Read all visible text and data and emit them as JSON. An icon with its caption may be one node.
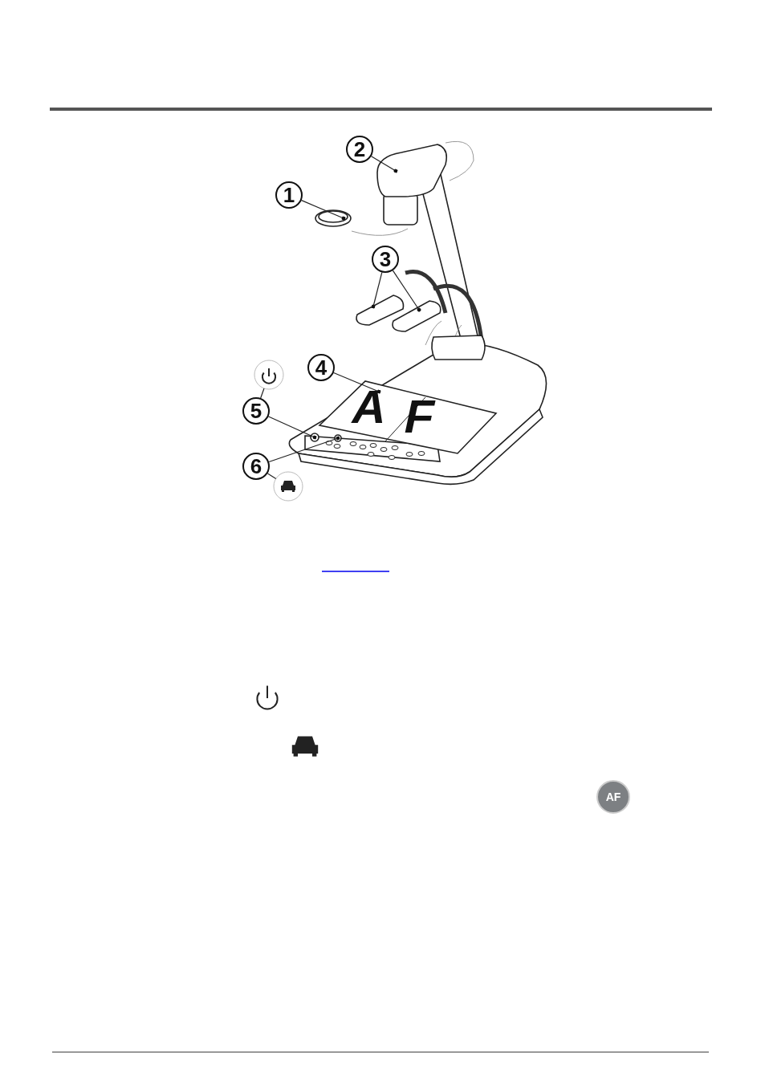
{
  "diagram": {
    "nodes": [
      {
        "text": [
          "1"
        ]
      },
      {
        "text": [],
        "shape": "circle"
      },
      {
        "text": [
          "2"
        ]
      },
      {
        "text": [],
        "shape": "box"
      },
      {
        "text": [
          "3"
        ]
      },
      {
        "text": [],
        "shape": "box"
      },
      {
        "text": [],
        "shape": "box"
      },
      {
        "text": [
          "4"
        ]
      },
      {
        "text": [],
        "shape": "box"
      },
      {
        "text": [
          "5"
        ]
      },
      {
        "text": [],
        "shape": "circle"
      },
      {
        "text": [],
        "shape": "circle"
      },
      {
        "text": [
          "6"
        ]
      },
      {
        "text": [],
        "shape": "circle"
      },
      {
        "text": [],
        "shape": "circle"
      }
    ],
    "edges": [
      {
        "from": 0,
        "to": 1,
        "arrow": "other"
      },
      {
        "from": 2,
        "to": 3,
        "arrow": "other"
      },
      {
        "from": 4,
        "to": 5,
        "arrow": "other"
      },
      {
        "from": 4,
        "to": 6,
        "arrow": "other"
      },
      {
        "from": 7,
        "to": 8,
        "arrow": "other"
      },
      {
        "from": 9,
        "to": 10,
        "arrow": "other"
      },
      {
        "from": 9,
        "to": 11,
        "arrow": "none"
      },
      {
        "from": 12,
        "to": 13,
        "arrow": "other"
      },
      {
        "from": 12,
        "to": 14,
        "arrow": "none"
      }
    ],
    "labels": [
      "A",
      "F",
      "AF"
    ]
  }
}
